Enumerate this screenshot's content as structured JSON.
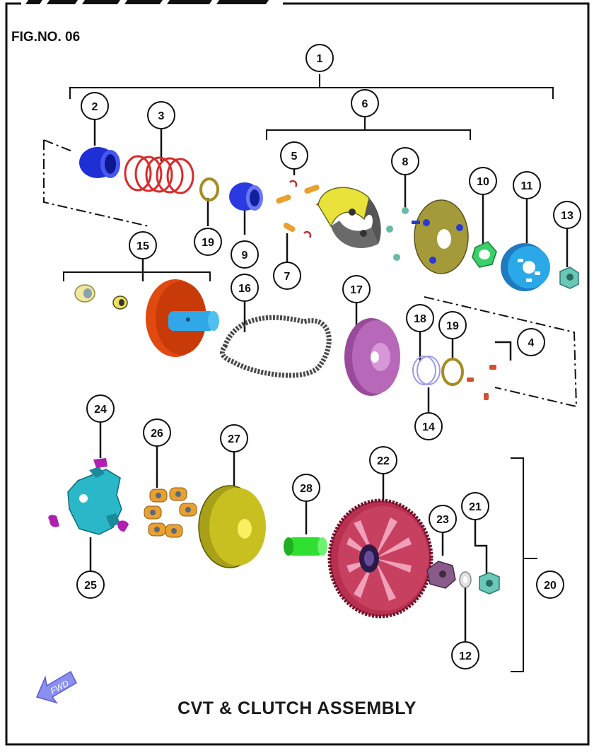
{
  "figure": {
    "fig_no": "FIG.NO. 06",
    "title": "CVT & CLUTCH  ASSEMBLY",
    "fwd_label": "FWD"
  },
  "callouts": [
    "1",
    "2",
    "3",
    "4",
    "5",
    "6",
    "7",
    "8",
    "9",
    "10",
    "11",
    "12",
    "13",
    "14",
    "15",
    "16",
    "17",
    "18",
    "19",
    "19",
    "20",
    "21",
    "22",
    "23",
    "24",
    "25",
    "26",
    "27",
    "28"
  ],
  "colors": {
    "border": "#111111",
    "fwd_arrow": "#8a8ff0",
    "part_blue": "#1f2fd6",
    "spring_red": "#d82b2b",
    "clutch_yellow": "#e8e23a",
    "plate_olive": "#a49a3a",
    "nut_green": "#3ad06a",
    "pulley_cyan": "#2aa8e8",
    "drive_orange": "#e04a10",
    "driven_purple": "#9a4a9a",
    "variator_teal": "#2ab8c8",
    "roller_orange": "#e8a030",
    "face_olive": "#c8c020",
    "collar_green": "#30e030",
    "fan_red": "#b83050"
  }
}
